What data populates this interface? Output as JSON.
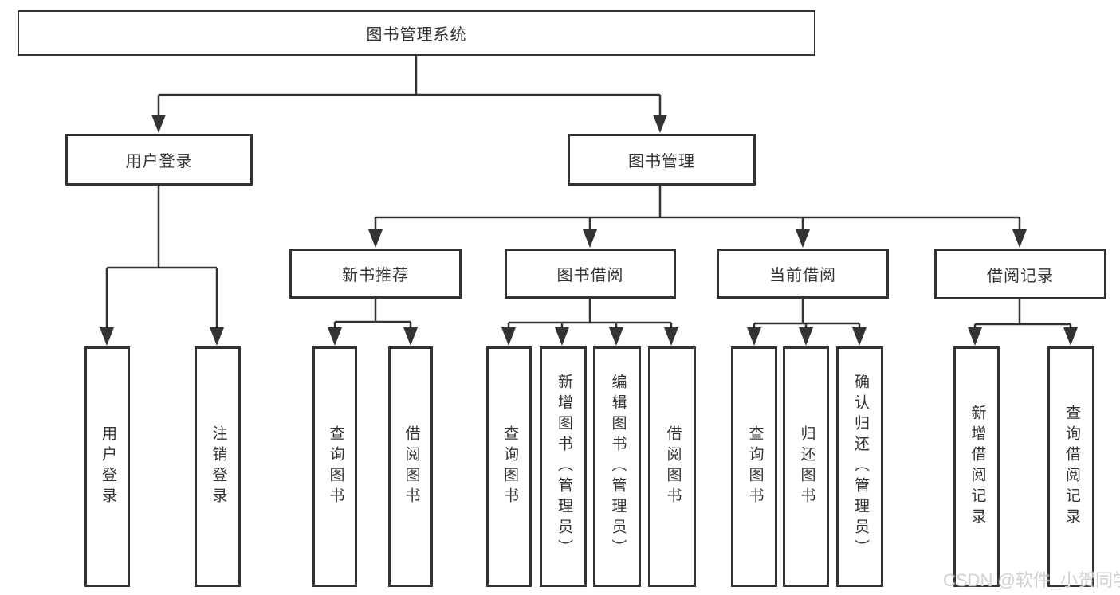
{
  "tree": {
    "label": "图书管理系统",
    "children": [
      {
        "label": "用户登录",
        "children": [
          {
            "label": "用户登录"
          },
          {
            "label": "注销登录"
          }
        ]
      },
      {
        "label": "图书管理",
        "children": [
          {
            "label": "新书推荐",
            "children": [
              {
                "label": "查询图书"
              },
              {
                "label": "借阅图书"
              }
            ]
          },
          {
            "label": "图书借阅",
            "children": [
              {
                "label": "查询图书"
              },
              {
                "label": "新增图书（管理员）"
              },
              {
                "label": "编辑图书（管理员）"
              },
              {
                "label": "借阅图书"
              }
            ]
          },
          {
            "label": "当前借阅",
            "children": [
              {
                "label": "查询图书"
              },
              {
                "label": "归还图书"
              },
              {
                "label": "确认归还（管理员）"
              }
            ]
          },
          {
            "label": "借阅记录",
            "children": [
              {
                "label": "新增借阅记录"
              },
              {
                "label": "查询借阅记录"
              }
            ]
          }
        ]
      }
    ]
  },
  "watermark": "CSDN @软件_小贺同学",
  "colors": {
    "line": "#333333",
    "text": "#333333",
    "box_background": "#ffffff",
    "page_background": "#ffffff",
    "watermark": "#cdcdcd"
  }
}
